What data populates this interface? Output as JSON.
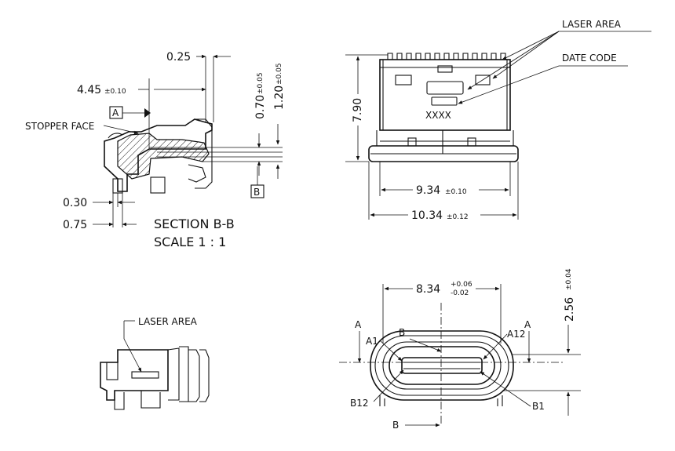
{
  "section_view": {
    "dim_0_25": "0.25",
    "dim_4_45": "4.45",
    "tol_4_45": "±0.10",
    "dim_0_70": "0.70",
    "tol_0_70": "±0.05",
    "dim_1_20": "1.20",
    "tol_1_20": "±0.05",
    "datum_a": "A",
    "datum_b": "B",
    "stopper_face": "STOPPER FACE",
    "dim_0_30": "0.30",
    "dim_0_75": "0.75",
    "section_title": "SECTION B-B",
    "scale": "SCALE 1 : 1"
  },
  "front_view": {
    "laser_area": "LASER AREA",
    "date_code": "DATE CODE",
    "marking": "XXXX",
    "dim_7_90": "7.90",
    "dim_9_34": "9.34",
    "tol_9_34": "±0.10",
    "dim_10_34": "10.34",
    "tol_10_34": "±0.12"
  },
  "side_view": {
    "laser_area": "LASER AREA"
  },
  "mating_view": {
    "dim_8_34": "8.34",
    "tol_8_34_plus": "+0.06",
    "tol_8_34_minus": "-0.02",
    "dim_2_56": "2.56",
    "tol_2_56": "±0.04",
    "a_left": "A",
    "a_right": "A",
    "a1": "A1",
    "a12": "A12",
    "b_top": "B",
    "b_bottom": "B",
    "b12": "B12",
    "b1": "B1"
  }
}
